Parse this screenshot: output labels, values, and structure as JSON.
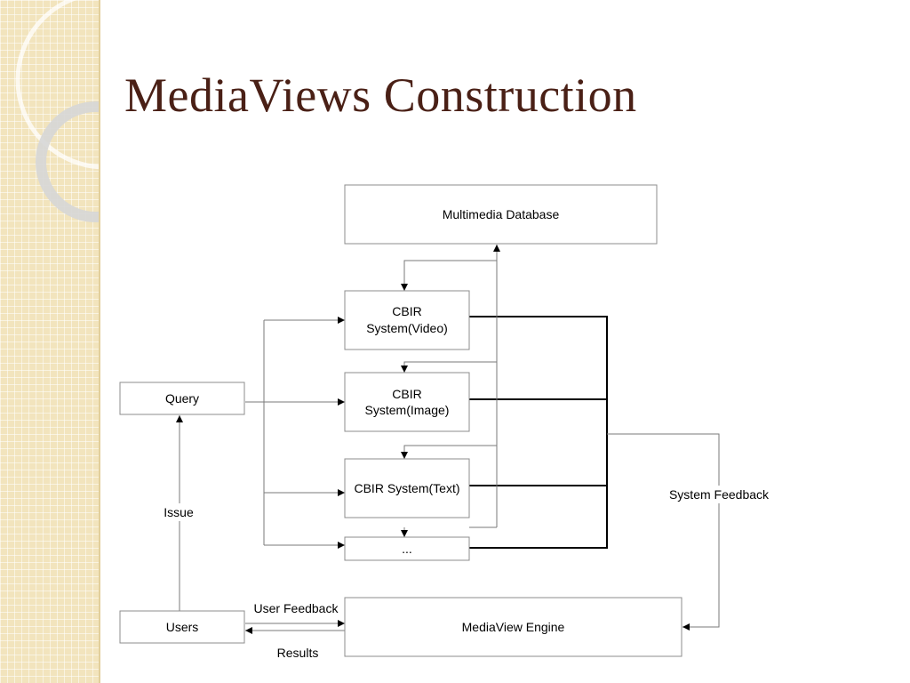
{
  "slide": {
    "title": "MediaViews Construction"
  },
  "diagram": {
    "nodes": {
      "database": "Multimedia Database",
      "cbir_video_line1": "CBIR",
      "cbir_video_line2": "System(Video)",
      "cbir_image_line1": "CBIR",
      "cbir_image_line2": "System(Image)",
      "cbir_text": "CBIR System(Text)",
      "more": "...",
      "query": "Query",
      "users": "Users",
      "engine": "MediaView Engine"
    },
    "edges": {
      "issue": "Issue",
      "user_feedback": "User Feedback",
      "results": "Results",
      "system_feedback": "System Feedback"
    },
    "colors": {
      "title": "#4a2016",
      "sidebar": "#f2e4bd",
      "box_border": "#8c8c8c"
    }
  }
}
